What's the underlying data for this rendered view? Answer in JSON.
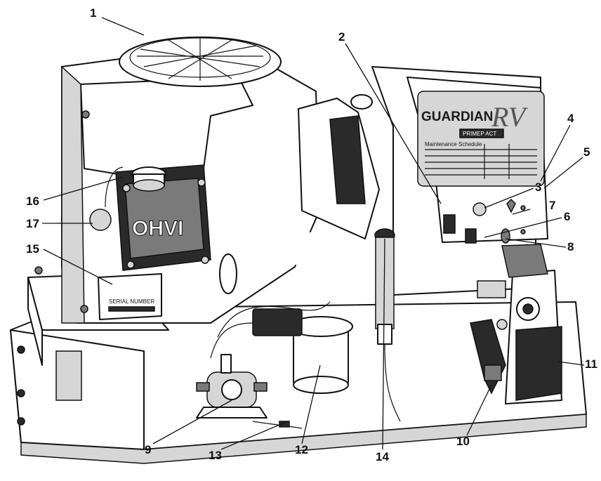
{
  "brand": {
    "name": "GUARDIAN",
    "model": "RV",
    "subtitle": "PRIMEP ACT"
  },
  "engine_badge": "OHVI",
  "serial_label": "SERIAL NUMBER",
  "maintenance_table": {
    "title": "Maintenance Schedule"
  },
  "callouts": [
    {
      "id": "1",
      "label": "1"
    },
    {
      "id": "2",
      "label": "2"
    },
    {
      "id": "3",
      "label": "3"
    },
    {
      "id": "4",
      "label": "4"
    },
    {
      "id": "5",
      "label": "5"
    },
    {
      "id": "6",
      "label": "6"
    },
    {
      "id": "7",
      "label": "7"
    },
    {
      "id": "8",
      "label": "8"
    },
    {
      "id": "9",
      "label": "9"
    },
    {
      "id": "10",
      "label": "10"
    },
    {
      "id": "11",
      "label": "11"
    },
    {
      "id": "12",
      "label": "12"
    },
    {
      "id": "13",
      "label": "13"
    },
    {
      "id": "14",
      "label": "14"
    },
    {
      "id": "15",
      "label": "15"
    },
    {
      "id": "16",
      "label": "16"
    },
    {
      "id": "17",
      "label": "17"
    }
  ]
}
